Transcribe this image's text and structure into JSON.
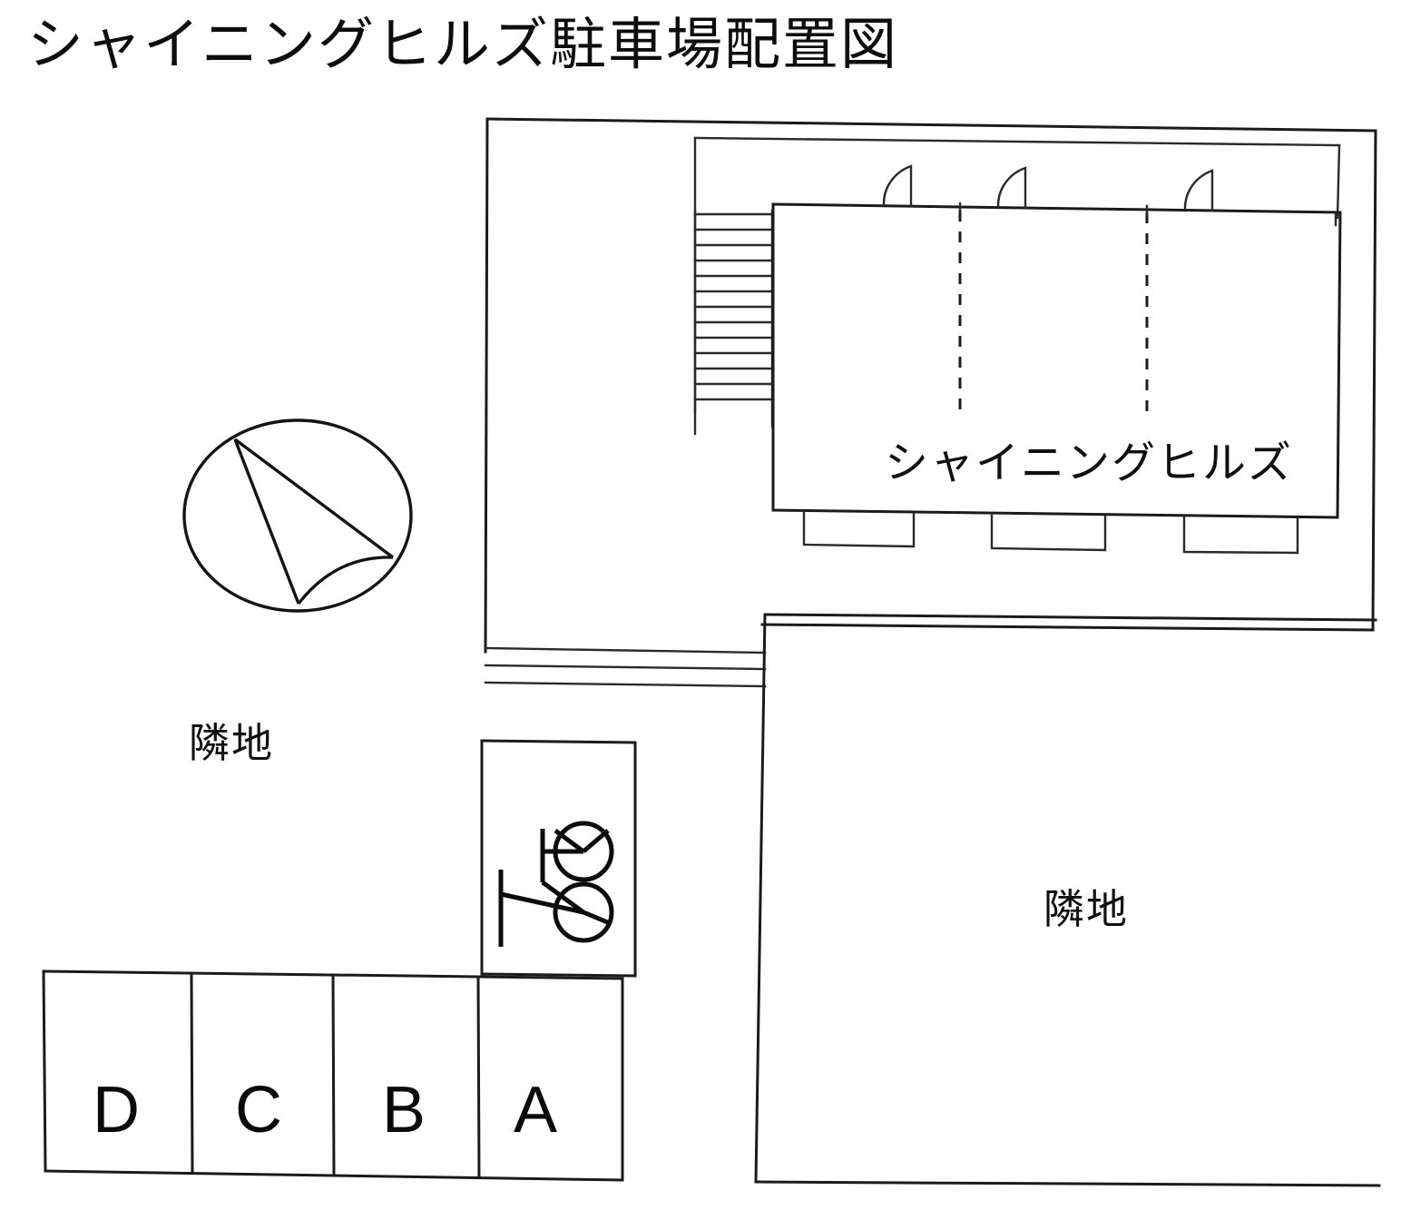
{
  "document": {
    "title": "シャイニングヒルズ駐車場配置図",
    "type": "parking-lot-site-plan"
  },
  "labels": {
    "building_name": "シャイニングヒルズ",
    "neighbor_left": "隣地",
    "neighbor_right": "隣地"
  },
  "parking_stalls": [
    {
      "id": "stall-d",
      "label": "D"
    },
    {
      "id": "stall-c",
      "label": "C"
    },
    {
      "id": "stall-b",
      "label": "B"
    },
    {
      "id": "stall-a",
      "label": "A"
    }
  ],
  "features": {
    "compass": "north-arrow-icon",
    "bicycle_parking": "bicycle-icon",
    "stairs": "stairs-icon",
    "doors": "door-swing-icon",
    "balconies": "balcony-icon",
    "driveway": "driveway-lines",
    "unit_dividers": "dashed-unit-divider"
  },
  "colors": {
    "ink": "#1b1b1b",
    "paper": "#ffffff"
  }
}
